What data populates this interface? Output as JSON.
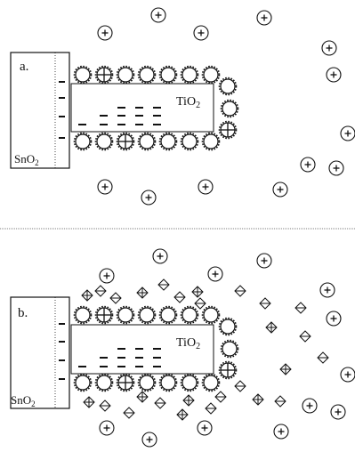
{
  "panels": [
    {
      "id": "a",
      "label": "a.",
      "electrode_label": "SnO",
      "electrode_sub": "2",
      "film_label": "TiO",
      "film_sub": "2",
      "has_neutral_species": false
    },
    {
      "id": "b",
      "label": "b.",
      "electrode_label": "SnO",
      "electrode_sub": "2",
      "film_label": "TiO",
      "film_sub": "2",
      "has_neutral_species": true
    }
  ],
  "symbols": {
    "positive_ion": "+",
    "electron": "−",
    "particle": "TiO2 nanoparticle",
    "neutral_species": "⊕/⊖ ion pair"
  },
  "colors": {
    "ink": "#111111",
    "divider": "#555555",
    "background": "#ffffff"
  }
}
